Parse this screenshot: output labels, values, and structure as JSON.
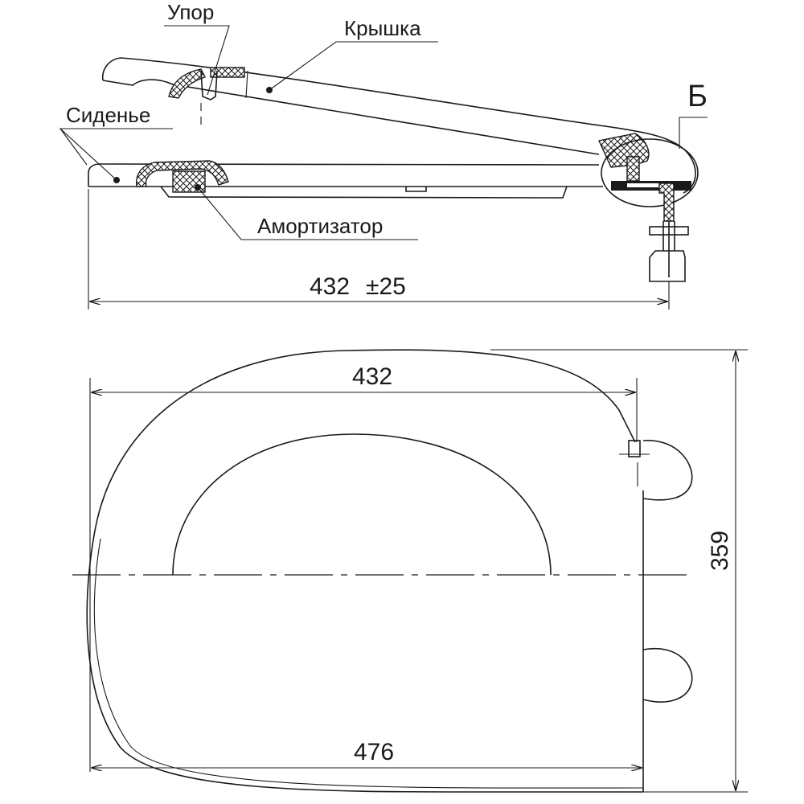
{
  "labels": {
    "stop": "Упор",
    "lid": "Крышка",
    "seat": "Сиденье",
    "shock_absorber": "Амортизатор",
    "detail_b": "Б"
  },
  "dimensions": {
    "side_length": "432",
    "side_tolerance": "±25",
    "top_length": "432",
    "bottom_length": "476",
    "width": "359"
  }
}
